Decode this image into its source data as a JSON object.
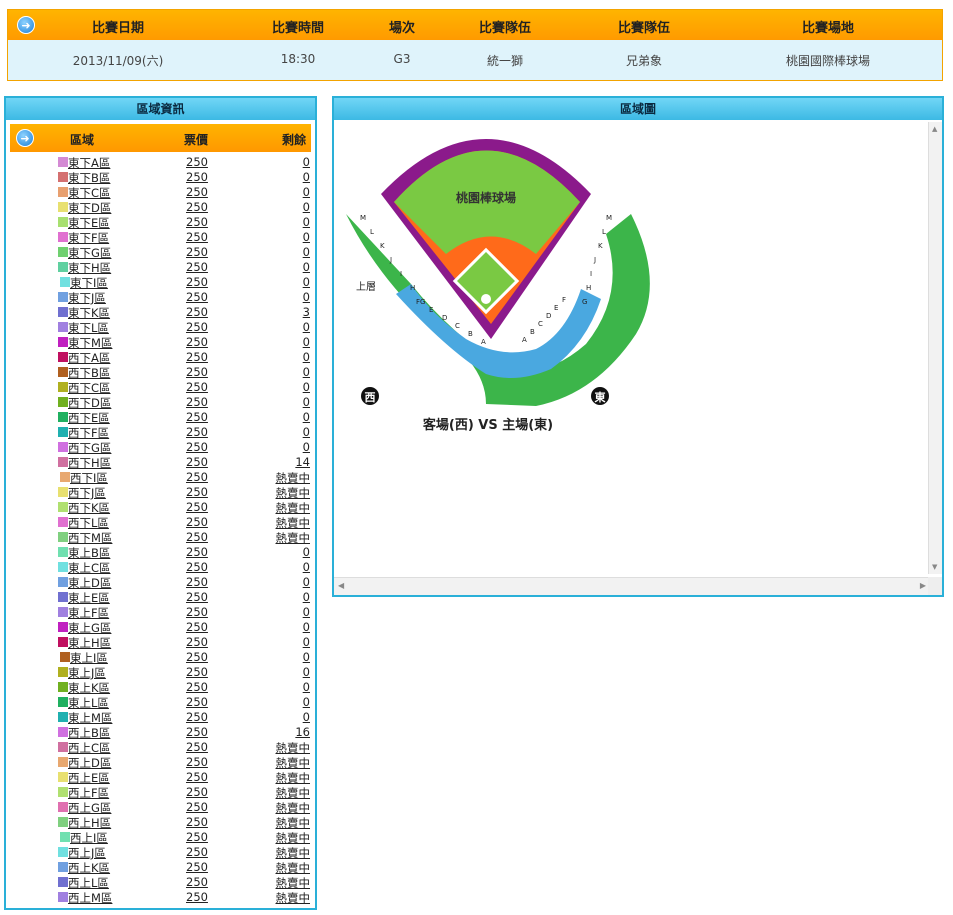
{
  "game": {
    "headers": [
      "比賽日期",
      "比賽時間",
      "場次",
      "比賽隊伍",
      "比賽隊伍",
      "比賽場地"
    ],
    "values": [
      "2013/11/09(六)",
      "18:30",
      "G3",
      "統一獅",
      "兄弟象",
      "桃園國際棒球場"
    ]
  },
  "zone_panel": {
    "title": "區域資訊",
    "col_zone": "區域",
    "col_price": "票價",
    "col_left": "剩餘",
    "rows": [
      {
        "name": "東下A區",
        "price": "250",
        "left": "0",
        "color": "#d48ad4"
      },
      {
        "name": "東下B區",
        "price": "250",
        "left": "0",
        "color": "#d47070"
      },
      {
        "name": "東下C區",
        "price": "250",
        "left": "0",
        "color": "#e8a070"
      },
      {
        "name": "東下D區",
        "price": "250",
        "left": "0",
        "color": "#e8e070"
      },
      {
        "name": "東下E區",
        "price": "250",
        "left": "0",
        "color": "#a8e070"
      },
      {
        "name": "東下F區",
        "price": "250",
        "left": "0",
        "color": "#e070d0"
      },
      {
        "name": "東下G區",
        "price": "250",
        "left": "0",
        "color": "#70d070"
      },
      {
        "name": "東下H區",
        "price": "250",
        "left": "0",
        "color": "#60d0a0"
      },
      {
        "name": "東下I區",
        "price": "250",
        "left": "0",
        "color": "#70e0e0"
      },
      {
        "name": "東下J區",
        "price": "250",
        "left": "0",
        "color": "#70a0e0"
      },
      {
        "name": "東下K區",
        "price": "250",
        "left": "3",
        "color": "#7070d0"
      },
      {
        "name": "東下L區",
        "price": "250",
        "left": "0",
        "color": "#a080e0"
      },
      {
        "name": "東下M區",
        "price": "250",
        "left": "0",
        "color": "#c020c0"
      },
      {
        "name": "西下A區",
        "price": "250",
        "left": "0",
        "color": "#c01060"
      },
      {
        "name": "西下B區",
        "price": "250",
        "left": "0",
        "color": "#b06020"
      },
      {
        "name": "西下C區",
        "price": "250",
        "left": "0",
        "color": "#b0b020"
      },
      {
        "name": "西下D區",
        "price": "250",
        "left": "0",
        "color": "#70b020"
      },
      {
        "name": "西下E區",
        "price": "250",
        "left": "0",
        "color": "#20b060"
      },
      {
        "name": "西下F區",
        "price": "250",
        "left": "0",
        "color": "#20b0b0"
      },
      {
        "name": "西下G區",
        "price": "250",
        "left": "0",
        "color": "#d070e0"
      },
      {
        "name": "西下H區",
        "price": "250",
        "left": "14",
        "color": "#d070a0"
      },
      {
        "name": "西下I區",
        "price": "250",
        "left": "熱賣中",
        "color": "#e8a870"
      },
      {
        "name": "西下J區",
        "price": "250",
        "left": "熱賣中",
        "color": "#e8e070"
      },
      {
        "name": "西下K區",
        "price": "250",
        "left": "熱賣中",
        "color": "#b0e070"
      },
      {
        "name": "西下L區",
        "price": "250",
        "left": "熱賣中",
        "color": "#e070d0"
      },
      {
        "name": "西下M區",
        "price": "250",
        "left": "熱賣中",
        "color": "#80d080"
      },
      {
        "name": "東上B區",
        "price": "250",
        "left": "0",
        "color": "#70e0b0"
      },
      {
        "name": "東上C區",
        "price": "250",
        "left": "0",
        "color": "#70e0e0"
      },
      {
        "name": "東上D區",
        "price": "250",
        "left": "0",
        "color": "#70a0e0"
      },
      {
        "name": "東上E區",
        "price": "250",
        "left": "0",
        "color": "#7070d0"
      },
      {
        "name": "東上F區",
        "price": "250",
        "left": "0",
        "color": "#a080e0"
      },
      {
        "name": "東上G區",
        "price": "250",
        "left": "0",
        "color": "#c020c0"
      },
      {
        "name": "東上H區",
        "price": "250",
        "left": "0",
        "color": "#c01060"
      },
      {
        "name": "東上I區",
        "price": "250",
        "left": "0",
        "color": "#b06020"
      },
      {
        "name": "東上J區",
        "price": "250",
        "left": "0",
        "color": "#b0b020"
      },
      {
        "name": "東上K區",
        "price": "250",
        "left": "0",
        "color": "#70b020"
      },
      {
        "name": "東上L區",
        "price": "250",
        "left": "0",
        "color": "#20b060"
      },
      {
        "name": "東上M區",
        "price": "250",
        "left": "0",
        "color": "#20b0b0"
      },
      {
        "name": "西上B區",
        "price": "250",
        "left": "16",
        "color": "#d070e0"
      },
      {
        "name": "西上C區",
        "price": "250",
        "left": "熱賣中",
        "color": "#d070a0"
      },
      {
        "name": "西上D區",
        "price": "250",
        "left": "熱賣中",
        "color": "#e8a870"
      },
      {
        "name": "西上E區",
        "price": "250",
        "left": "熱賣中",
        "color": "#e8e070"
      },
      {
        "name": "西上F區",
        "price": "250",
        "left": "熱賣中",
        "color": "#b0e070"
      },
      {
        "name": "西上G區",
        "price": "250",
        "left": "熱賣中",
        "color": "#e070b0"
      },
      {
        "name": "西上H區",
        "price": "250",
        "left": "熱賣中",
        "color": "#80d080"
      },
      {
        "name": "西上I區",
        "price": "250",
        "left": "熱賣中",
        "color": "#70e0b0"
      },
      {
        "name": "西上J區",
        "price": "250",
        "left": "熱賣中",
        "color": "#70e0e0"
      },
      {
        "name": "西上K區",
        "price": "250",
        "left": "熱賣中",
        "color": "#70a0e0"
      },
      {
        "name": "西上L區",
        "price": "250",
        "left": "熱賣中",
        "color": "#7070d0"
      },
      {
        "name": "西上M區",
        "price": "250",
        "left": "熱賣中",
        "color": "#a080e0"
      }
    ]
  },
  "map_panel": {
    "title": "區域圖",
    "stadium_label": "桃園棒球場",
    "upper_label": "上層",
    "west_badge": "西",
    "east_badge": "東",
    "caption": "客場(西) VS 主場(東)",
    "upper_letters": [
      "M",
      "L",
      "K",
      "J",
      "I",
      "H",
      "G"
    ],
    "lower_letters": [
      "F",
      "E",
      "D",
      "C",
      "B",
      "A"
    ],
    "colors": {
      "grass": "#7ac943",
      "wall": "#8b1a8b",
      "dirt": "#ff6a1a",
      "seat_green": "#3cb54a",
      "seat_blue": "#4aa8e0"
    }
  }
}
